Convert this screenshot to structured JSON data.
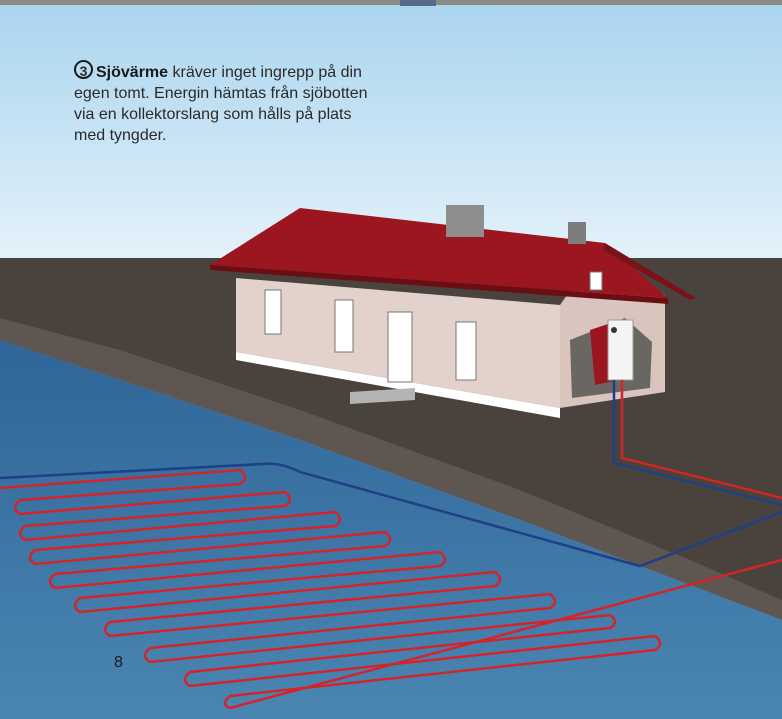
{
  "caption": {
    "number": "3",
    "title": "Sjövärme",
    "text": " kräver inget ingrepp på din egen tomt. Energin hämtas från sjöbotten via en kollektorslang som hålls på plats med tyngder."
  },
  "page_number": "8",
  "colors": {
    "sky": "#b9dcf0",
    "land": "#4a423c",
    "water": "#3f7aa8",
    "roof": "#9c1620",
    "wall": "#e3d2cc",
    "pipe_warm": "#d4242b",
    "pipe_cold": "#1f3f86"
  }
}
